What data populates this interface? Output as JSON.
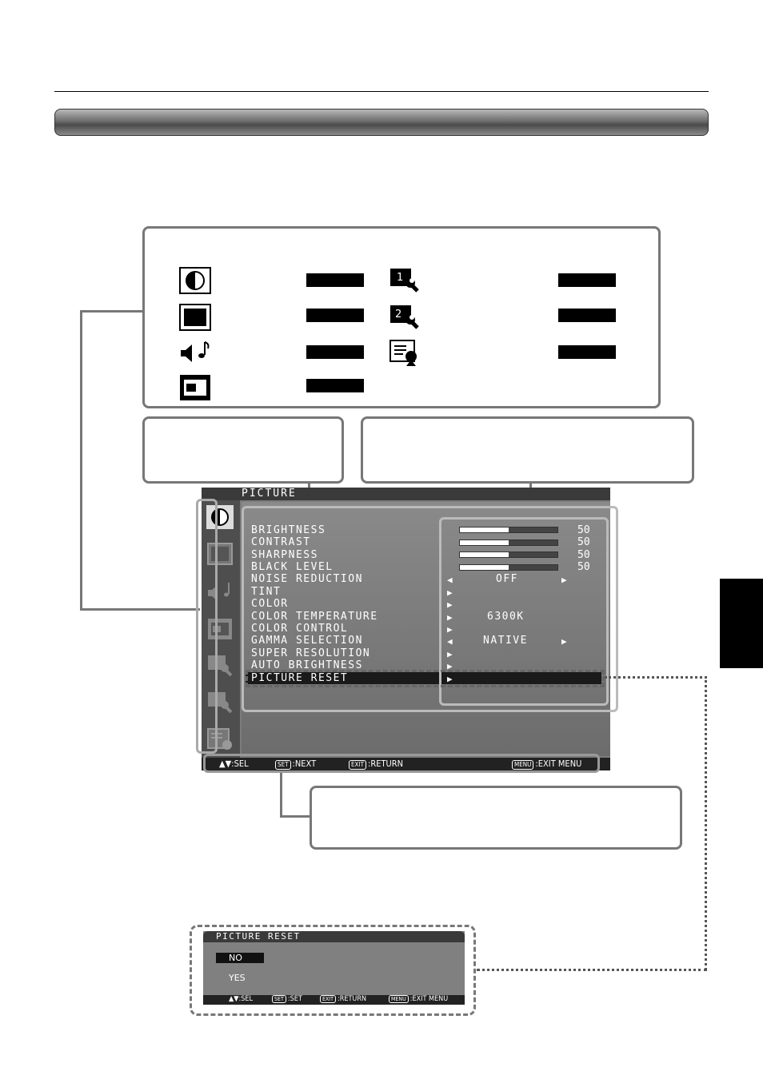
{
  "osd": {
    "title": "PICTURE",
    "items": [
      {
        "label": "BRIGHTNESS"
      },
      {
        "label": "CONTRAST"
      },
      {
        "label": "SHARPNESS"
      },
      {
        "label": "BLACK LEVEL"
      },
      {
        "label": "NOISE REDUCTION"
      },
      {
        "label": "TINT"
      },
      {
        "label": "COLOR"
      },
      {
        "label": "COLOR TEMPERATURE"
      },
      {
        "label": "COLOR CONTROL"
      },
      {
        "label": "GAMMA SELECTION"
      },
      {
        "label": "SUPER RESOLUTION"
      },
      {
        "label": "AUTO BRIGHTNESS"
      },
      {
        "label": "PICTURE RESET"
      }
    ],
    "sliders": [
      {
        "value": "50",
        "level": 0.5
      },
      {
        "value": "50",
        "level": 0.5
      },
      {
        "value": "50",
        "level": 0.5
      },
      {
        "value": "50",
        "level": 0.5
      }
    ],
    "noise_reduction_value": "OFF",
    "color_temperature_value": "6300K",
    "gamma_value": "NATIVE",
    "footer": {
      "sel": "SEL",
      "set_key": "SET",
      "next": "NEXT",
      "exit_key": "EXIT",
      "return": "RETURN",
      "menu_key": "MENU",
      "exit_menu": "EXIT MENU"
    }
  },
  "legend": {
    "icons": [
      "picture-icon",
      "screen-icon",
      "audio-icon",
      "pip-icon",
      "configuration1-icon",
      "configuration2-icon",
      "advanced-option-icon"
    ],
    "config1_number": "1",
    "config2_number": "2"
  },
  "reset": {
    "title": "PICTURE RESET",
    "no": "NO",
    "yes": "YES",
    "footer": {
      "sel": "SEL",
      "set_key": "SET",
      "set": "SET",
      "exit_key": "EXIT",
      "return": "RETURN",
      "menu_key": "MENU",
      "exit_menu": "EXIT MENU"
    }
  }
}
